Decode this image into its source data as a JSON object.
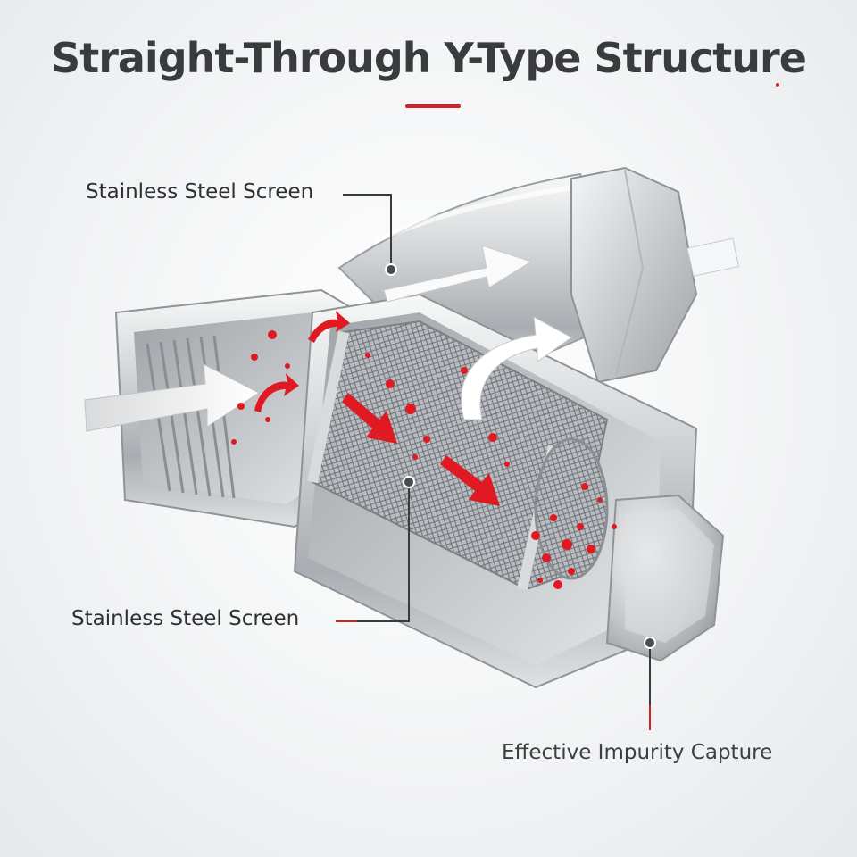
{
  "title": "Straight-Through Y-Type Structure",
  "callouts": [
    {
      "id": "screen-top",
      "text": "Stainless Steel Screen"
    },
    {
      "id": "screen-mid",
      "text": "Stainless Steel Screen"
    },
    {
      "id": "capture",
      "text": "Effective Impurity Capture"
    }
  ],
  "colors": {
    "accent": "#d42027",
    "text": "#3a3b3d",
    "steel_light": "#f2f3f4",
    "steel_mid": "#c4c7ca",
    "steel_dark": "#8e9296",
    "impurity": "#e01a22"
  },
  "icons": [
    "flow-arrow-icon",
    "leader-dot-icon"
  ]
}
